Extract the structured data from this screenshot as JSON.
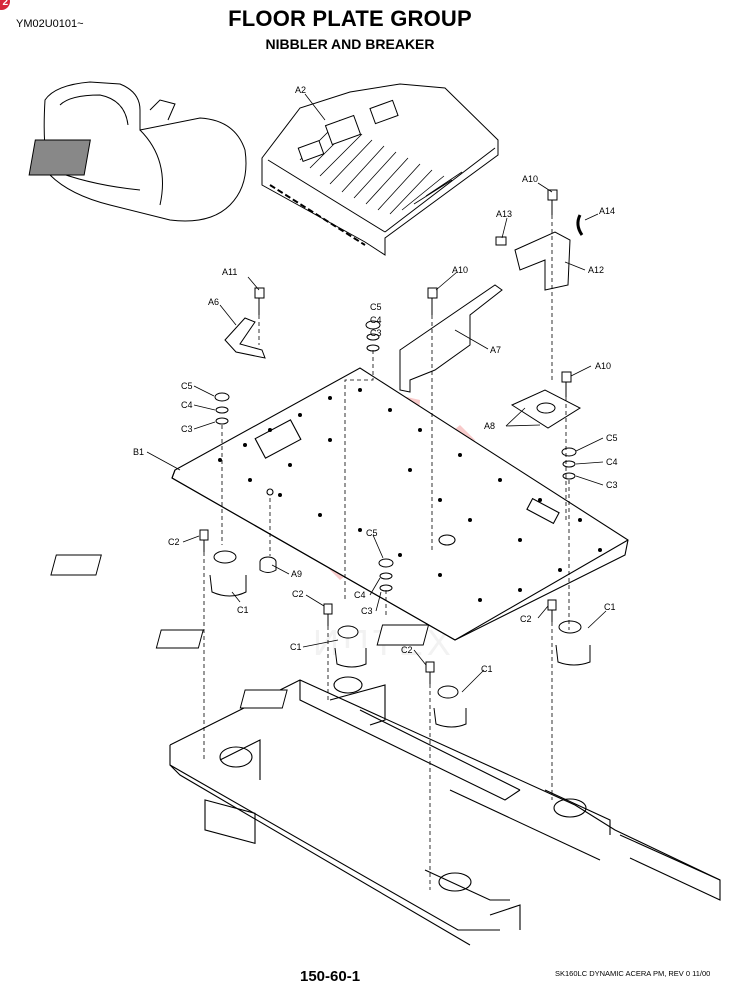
{
  "header": {
    "title": "FLOOR PLATE GROUP",
    "subtitle": "NIBBLER AND BREAKER",
    "doc_code": "YM02U0101~",
    "corner_mark": "2"
  },
  "footer": {
    "page_number": "150-60-1",
    "note": "SK160LC DYNAMIC ACERA PM,  REV 0 11/00"
  },
  "watermark": {
    "text": "ИПТЕХ",
    "color": "#f4a0a0",
    "shape": "gear-wrench-logo"
  },
  "callouts": {
    "a2": "A2",
    "a10_top": "A10",
    "a13": "A13",
    "a14": "A14",
    "a12": "A12",
    "a11": "A11",
    "a10_mid": "A10",
    "a6": "A6",
    "c5_top": "C5",
    "c4_top": "C4",
    "c3_top": "C3",
    "a7": "A7",
    "a10_right": "A10",
    "c5_left": "C5",
    "c4_left": "C4",
    "c3_left": "C3",
    "a8": "A8",
    "b1": "B1",
    "c5_right": "C5",
    "c4_right": "C4",
    "c3_right": "C3",
    "c2_left": "C2",
    "a9": "A9",
    "c1_left": "C1",
    "c5_center": "C5",
    "c4_center": "C4",
    "c3_center": "C3",
    "c2_center": "C2",
    "c1_center": "C1",
    "c2_right": "C2",
    "c1_right": "C1",
    "c2_lower": "C2",
    "c1_lower": "C1"
  }
}
